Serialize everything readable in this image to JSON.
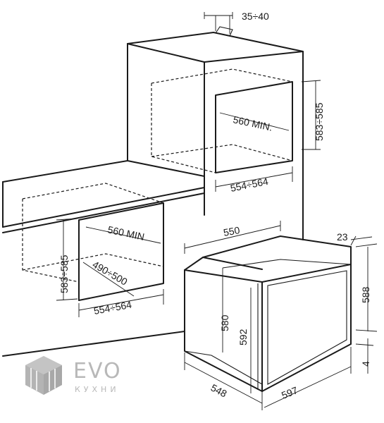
{
  "dimensions": {
    "top_gap": "35÷40",
    "column_niche_height": "583÷585",
    "column_niche_depth": "560 MIN.",
    "column_niche_width": "554÷564",
    "under_niche_height": "583÷585",
    "under_niche_depth": "560 MIN",
    "under_niche_inner": "490÷500",
    "under_niche_width": "554÷564",
    "oven_depth_top": "550",
    "oven_front_offset": "23",
    "oven_body_height": "580",
    "oven_front_height": "592",
    "oven_total_height": "588",
    "oven_bottom_gap": "4",
    "oven_body_width": "548",
    "oven_front_width": "597"
  },
  "logo": {
    "brand": "EVO",
    "tagline": "КУХНИ"
  }
}
